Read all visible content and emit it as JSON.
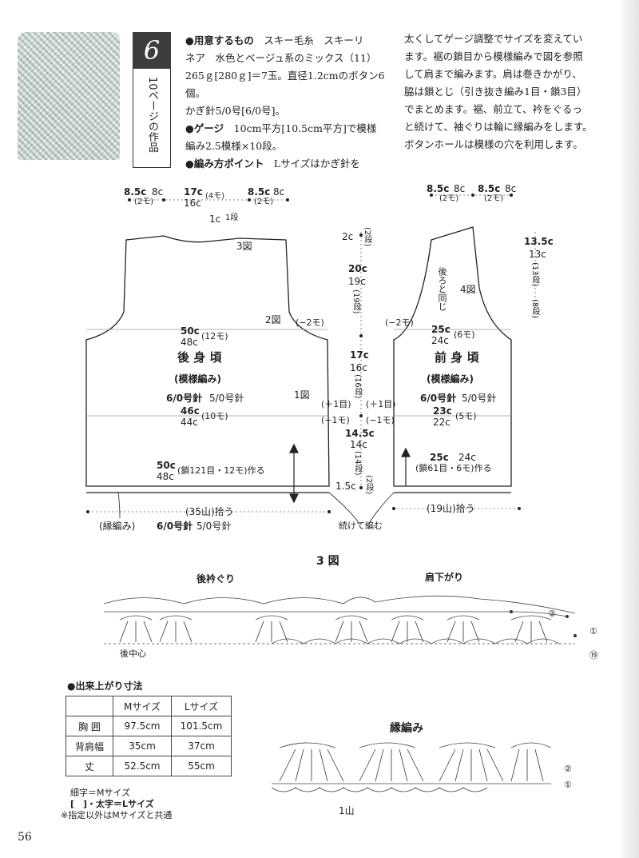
{
  "header": {
    "number": "6",
    "page_ref": "10ページの作品",
    "intro_left": [
      {
        "bold": "●用意するもの",
        "text": "　スキー毛糸　スキーリ"
      },
      {
        "bold": "",
        "text": "ネア　水色とベージュ系のミックス（11）"
      },
      {
        "bold": "",
        "text": "265ｇ[280ｇ]＝7玉。直径1.2cmのボタン6個。"
      },
      {
        "bold": "",
        "text": "かぎ針5/0号[6/0号]。"
      },
      {
        "bold": "●ゲージ",
        "text": "　10cm平方[10.5cm平方]で模様"
      },
      {
        "bold": "",
        "text": "編み2.5模様×10段。"
      },
      {
        "bold": "●編み方ポイント",
        "text": "　Lサイズはかぎ針を"
      }
    ],
    "intro_right": [
      "太くしてゲージ調整でサイズを変えてい",
      "ます。裾の鎖目から模様編みで図を参照",
      "して肩まで編みます。肩は巻きかがり、",
      "脇は鎖とじ（引き抜き編み1目・鎖3目）",
      "でまとめます。裾、前立て、衿をぐるっ",
      "と続けて、袖ぐりは輪に縁編みをします。",
      "ボタンホールは模様の穴を利用します。"
    ]
  },
  "schematic": {
    "top_left": {
      "a": "8.5c",
      "a2": "8c",
      "b": "17c",
      "b2": "16c",
      "b3": "(4モ)",
      "c": "8.5c",
      "c2": "8c",
      "m1": "(2モ)",
      "m2": "(2モ)"
    },
    "neck": {
      "a": "1c",
      "b": "1段"
    },
    "back": {
      "zu3": "3図",
      "zu2": "2図",
      "zu1": "1図",
      "w1": "50c",
      "w1b": "48c",
      "w1m": "(12モ)",
      "title": "後 身 頃",
      "sub": "(模様編み)",
      "hook": "6/0号針",
      "hook2": "5/0号針",
      "w2": "46c",
      "w2b": "44c",
      "w2m": "(10モ)",
      "w3": "50c",
      "w3b": "48c",
      "w3m": "(鎖121目・12モ)作る",
      "dec": "(−2モ)"
    },
    "mid": {
      "a": "2c",
      "a2": "(2段)",
      "b": "20c",
      "b2": "19c",
      "b3": "(19段)",
      "c": "17c",
      "c2": "16c",
      "c3": "(16段)",
      "d": "14.5c",
      "d2": "14c",
      "d3": "(14段)",
      "e": "1.5c",
      "e2": "(2段)",
      "p1": "(＋1目)",
      "p2": "(−1モ)",
      "p3": "(＋1目)",
      "p4": "(−1モ)"
    },
    "front": {
      "top_a": "8.5c",
      "top_a2": "8c",
      "top_b": "8.5c",
      "top_b2": "8c",
      "m1": "(2モ)",
      "m2": "(2モ)",
      "side": "13.5c",
      "side2": "13c",
      "side3": "(13段)",
      "side4": "(8段)",
      "same": "後ろと同じ",
      "zu4": "4図",
      "dec": "(−2モ)",
      "w1": "25c",
      "w1b": "24c",
      "w1m": "(6モ)",
      "title": "前 身 頃",
      "sub": "(模様編み)",
      "hook": "6/0号針",
      "hook2": "5/0号針",
      "w2": "23c",
      "w2b": "22c",
      "w2m": "(5モ)",
      "w3": "25c",
      "w3a": "24c",
      "w3b": "(鎖61目・6モ)作る"
    },
    "bottom": {
      "back_pick": "(35山)拾う",
      "front_pick": "(19山)拾う",
      "edge": "(縁編み)",
      "hook": "6/0号針",
      "hook2": "5/0号針",
      "cont": "続けて編む"
    }
  },
  "fig3": {
    "title": "3 図",
    "collar": "後衿ぐり",
    "shoulder": "肩下がり",
    "center": "後中心",
    "r2": "②",
    "r1": "①",
    "r19": "⑲"
  },
  "finish": {
    "title": "●出来上がり寸法",
    "cols": [
      "",
      "Mサイズ",
      "Lサイズ"
    ],
    "rows": [
      [
        "胸 囲",
        "97.5cm",
        "101.5cm"
      ],
      [
        "背肩幅",
        "35cm",
        "37cm"
      ],
      [
        "丈",
        "52.5cm",
        "55cm"
      ]
    ],
    "note1": "細字＝Mサイズ",
    "note2": "[　]・太字＝Lサイズ",
    "note3": "※指定以外はMサイズと共通"
  },
  "edging": {
    "title": "縁編み",
    "r2": "②",
    "r1": "①",
    "unit": "1山"
  },
  "page_number": "56"
}
